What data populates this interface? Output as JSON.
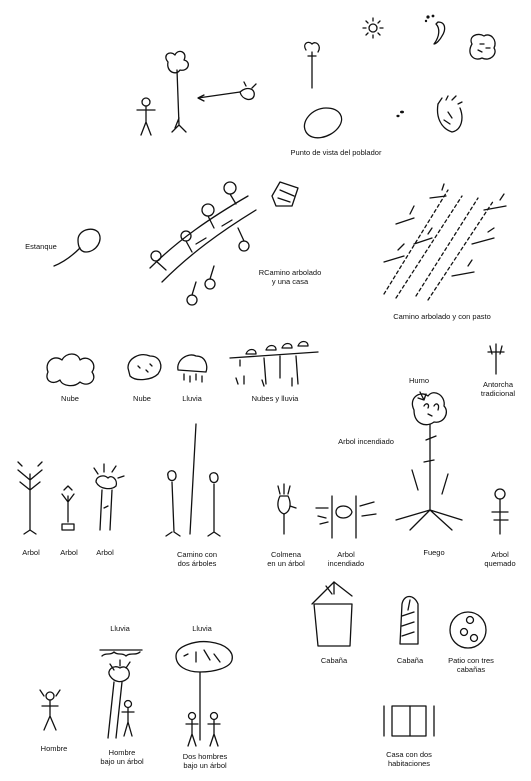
{
  "labels": {
    "punto_vista": "Punto de vista del poblador",
    "estanque": "Estanque",
    "camino_casa_1": "RCamino arbolado",
    "camino_casa_2": "y una casa",
    "camino_pasto": "Camino arbolado y con pasto",
    "nube_1": "Nube",
    "nube_2": "Nube",
    "lluvia": "Lluvia",
    "nubes_lluvia": "Nubes y lluvia",
    "humo": "Humo",
    "antorcha_1": "Antorcha",
    "antorcha_2": "tradicional",
    "arbol_incendiado_top": "Arbol incendiado",
    "arbol_1": "Arbol",
    "arbol_2": "Arbol",
    "arbol_3": "Arbol",
    "camino_dos_1": "Camino con",
    "camino_dos_2": "dos árboles",
    "colmena_1": "Colmena",
    "colmena_2": "en un árbol",
    "arbol_inc_1": "Arbol",
    "arbol_inc_2": "incendiado",
    "fuego": "Fuego",
    "quemado_1": "Arbol",
    "quemado_2": "quemado",
    "cabana_1": "Cabaña",
    "cabana_2": "Cabaña",
    "patio_1": "Patio con tres",
    "patio_2": "cabañas",
    "lluvia_1": "Lluvia",
    "lluvia_2": "Lluvia",
    "hombre": "Hombre",
    "hombre_arbol_1": "Hombre",
    "hombre_arbol_2": "bajo un árbol",
    "dos_hombres_1": "Dos hombres",
    "dos_hombres_2": "bajo un árbol",
    "casa_dos_1": "Casa con dos",
    "casa_dos_2": "habitaciones"
  }
}
